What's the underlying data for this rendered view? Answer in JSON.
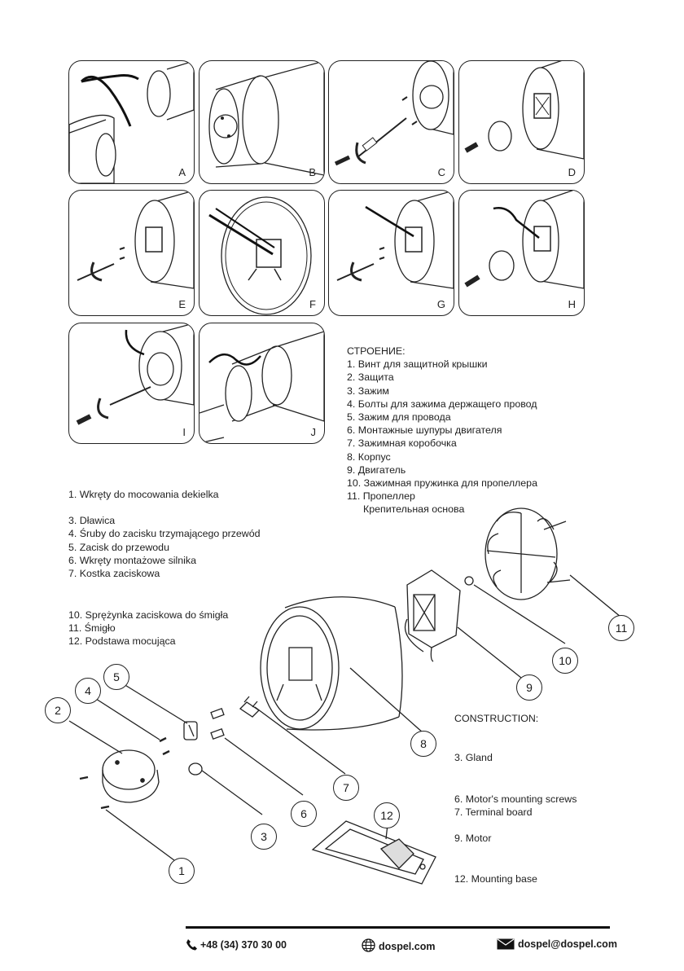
{
  "panels": [
    {
      "label": "A"
    },
    {
      "label": "B"
    },
    {
      "label": "C"
    },
    {
      "label": "D"
    },
    {
      "label": "E"
    },
    {
      "label": "F"
    },
    {
      "label": "G"
    },
    {
      "label": "H"
    },
    {
      "label": "I"
    },
    {
      "label": "J"
    }
  ],
  "russian": {
    "heading": "СТРОЕНИЕ:",
    "items": [
      "1. Винт для защитной крышки",
      "2. Защита",
      "3. Зажим",
      "4. Болты для зажима держащего провод",
      "5. Зажим для провода",
      "6. Монтажные шупуры двигателя",
      "7. Зажимная коробочка",
      "8. Корпус",
      "9. Двигатель",
      "10. Зажимная пружинка для пропеллера",
      "11. Пропеллер",
      "Крепительная основа"
    ]
  },
  "polish": {
    "items_a": [
      "1. Wkręty do mocowania dekielka",
      "",
      "3. Dławica",
      "4. Śruby do zacisku trzymającego przewód",
      "5. Zacisk do przewodu",
      "6. Wkręty montażowe silnika",
      "7. Kostka zaciskowa"
    ],
    "items_b": [
      "10. Sprężynka zaciskowa do śmigła",
      "11. Śmigło",
      "12. Podstawa mocująca"
    ]
  },
  "english": {
    "heading": "CONSTRUCTION:",
    "items": [
      "3. Gland",
      "6. Motor's mounting screws",
      "7. Terminal board",
      "9. Motor",
      "12. Mounting base"
    ]
  },
  "callouts": [
    "1",
    "2",
    "3",
    "4",
    "5",
    "6",
    "7",
    "8",
    "9",
    "10",
    "11",
    "12"
  ],
  "footer": {
    "phone": "+48 (34) 370 30 00",
    "website": "dospel.com",
    "email": "dospel@dospel.com"
  }
}
